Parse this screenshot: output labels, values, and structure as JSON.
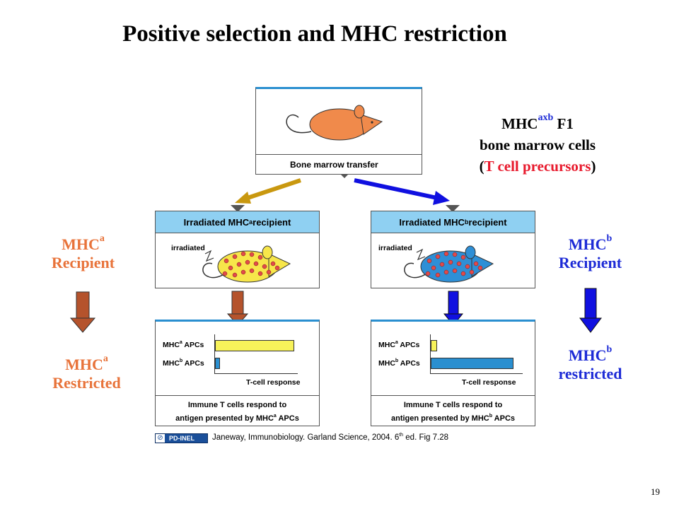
{
  "title": "Positive selection and MHC restriction",
  "donor": {
    "caption": "Bone marrow transfer",
    "label_line1": "MHC",
    "label_sup": "axb",
    "label_line1_tail": " F1",
    "label_line2": "bone marrow cells",
    "label_line3_open": "(",
    "label_line3_red": "T cell precursors",
    "label_line3_close": ")"
  },
  "left": {
    "header_pre": "Irradiated MHC",
    "header_sup": "a",
    "header_post": " recipient",
    "irradiated": "irradiated",
    "side_top_pre": "MHC",
    "side_top_sup": "a",
    "side_top_line2": "Recipient",
    "side_bot_pre": "MHC",
    "side_bot_sup": "a",
    "side_bot_line2": "Restricted",
    "row1_pre": "MHC",
    "row1_sup": "a",
    "row1_post": " APCs",
    "row2_pre": "MHC",
    "row2_sup": "b",
    "row2_post": " APCs",
    "axis": "T-cell response",
    "result_line1": "Immune T cells respond to",
    "result_line2_pre": "antigen presented by MHC",
    "result_line2_sup": "a",
    "result_line2_post": " APCs",
    "response_a": 0.96,
    "response_b": 0.06
  },
  "right": {
    "header_pre": "Irradiated MHC",
    "header_sup": "b",
    "header_post": " recipient",
    "irradiated": "irradiated",
    "side_top_pre": "MHC",
    "side_top_sup": "b",
    "side_top_line2": "Recipient",
    "side_bot_pre": "MHC",
    "side_bot_sup": "b",
    "side_bot_line2": "restricted",
    "row1_pre": "MHC",
    "row1_sup": "a",
    "row1_post": " APCs",
    "row2_pre": "MHC",
    "row2_sup": "b",
    "row2_post": " APCs",
    "axis": "T-cell response",
    "result_line1": "Immune T cells respond to",
    "result_line2_pre": "antigen presented by MHC",
    "result_line2_sup": "b",
    "result_line2_post": " APCs",
    "response_a": 0.07,
    "response_b": 0.9
  },
  "credit": {
    "badge": "PD-INEL",
    "text_pre": "Janeway,  Immunobiology. Garland Science, 2004.  6",
    "text_sup": "th",
    "text_post": " ed. Fig 7.28"
  },
  "page_number": "19",
  "colors": {
    "orange_label": "#e8733a",
    "blue_label": "#1d2bd6",
    "red_text": "#e8192c",
    "header_fill": "#8fd0f2",
    "donor_mouse": "#f08a4b",
    "mouse_a": "#f7e64a",
    "mouse_b": "#2e8fd6",
    "bar_a": "#f7f25a",
    "bar_b": "#2a8fd0",
    "arrow_gold": "#c9980f",
    "arrow_blue": "#1010e0",
    "arrow_brown": "#b5532c"
  }
}
